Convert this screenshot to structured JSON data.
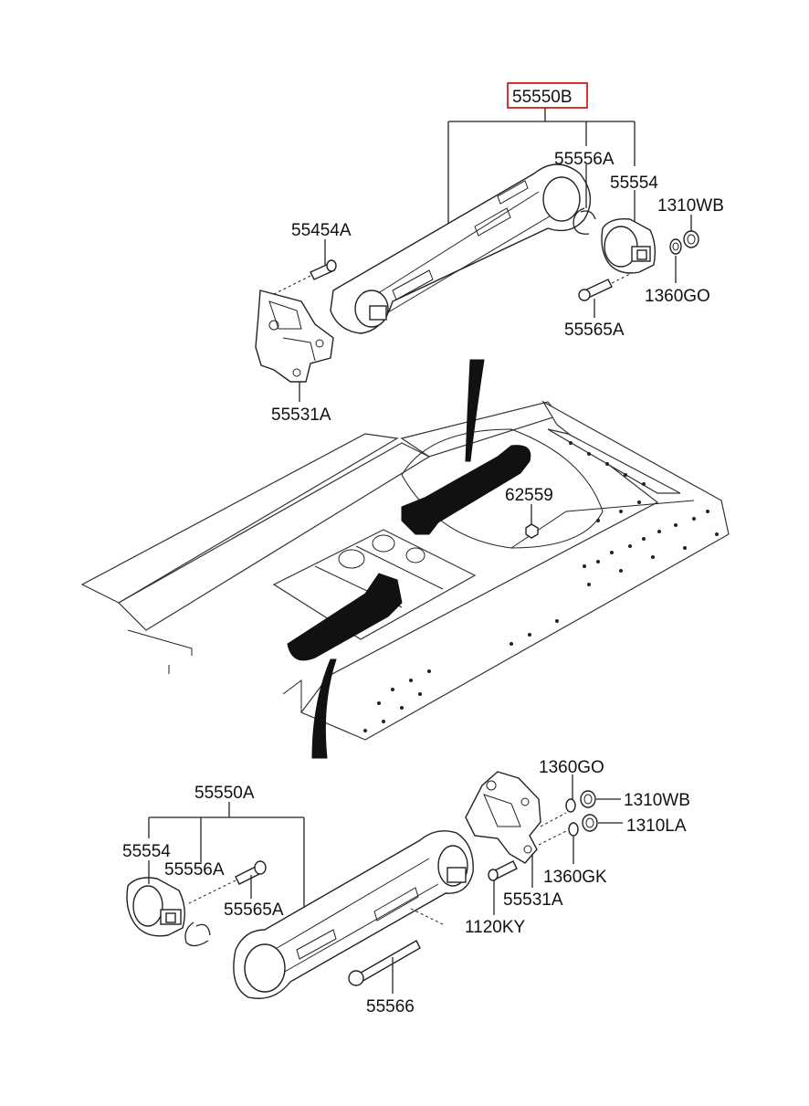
{
  "labels": {
    "assy_upper": "55550B",
    "ring_upper": "55556A",
    "bushing_upper": "55554",
    "nut_upper": "1310WB",
    "bolt_upper": "55454A",
    "washer_upper": "1360GO",
    "bolt2_upper": "55565A",
    "bracket_upper": "55531A",
    "frame_nut": "62559",
    "assy_lower": "55550A",
    "washer_lower_a": "1360GO",
    "nut_lower_a": "1310WB",
    "nut_lower_b": "1310LA",
    "bushing_lower": "55554",
    "ring_lower": "55556A",
    "washer_lower_b": "1360GK",
    "bolt_lower": "55565A",
    "bracket_lower": "55531A",
    "bolt3_lower": "1120KY",
    "long_bolt_lower": "55566"
  },
  "highlight": {
    "label": "55550B",
    "color": "#d40000"
  }
}
